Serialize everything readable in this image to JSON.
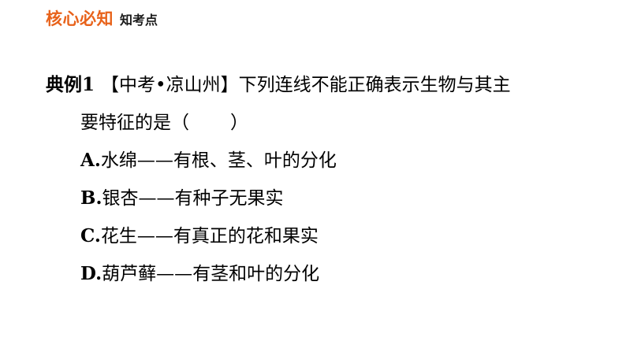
{
  "header": {
    "main": "核心必知",
    "sub": "知考点"
  },
  "question": {
    "number": "典例1",
    "source": "【中考•凉山州】",
    "stem_part1": "下列连线不能正确表示生物与其主",
    "stem_part2": "要特征的是（",
    "stem_paren_close": "）"
  },
  "options": [
    {
      "letter": "A.",
      "text": "水绵——有根、茎、叶的分化"
    },
    {
      "letter": "B.",
      "text": "银杏——有种子无果实"
    },
    {
      "letter": "C.",
      "text": "花生——有真正的花和果实"
    },
    {
      "letter": "D.",
      "text": "葫芦藓——有茎和叶的分化"
    }
  ]
}
